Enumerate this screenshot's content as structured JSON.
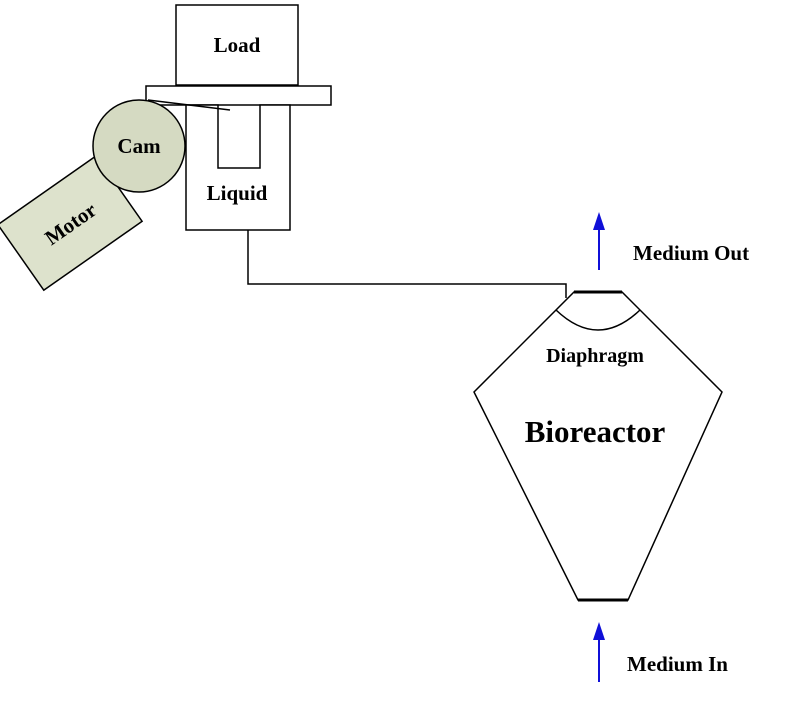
{
  "labels": {
    "load": "Load",
    "cam": "Cam",
    "motor": "Motor",
    "liquid": "Liquid",
    "medium_out": "Medium Out",
    "diaphragm": "Diaphragm",
    "bioreactor": "Bioreactor",
    "medium_in": "Medium In"
  },
  "colors": {
    "line": "#000000",
    "motor_fill": "#dde2cc",
    "cam_fill": "#d5dac2",
    "arrow": "#1010d8"
  },
  "icons": {
    "flow_out": "arrow-up-icon",
    "flow_in": "arrow-up-icon"
  }
}
